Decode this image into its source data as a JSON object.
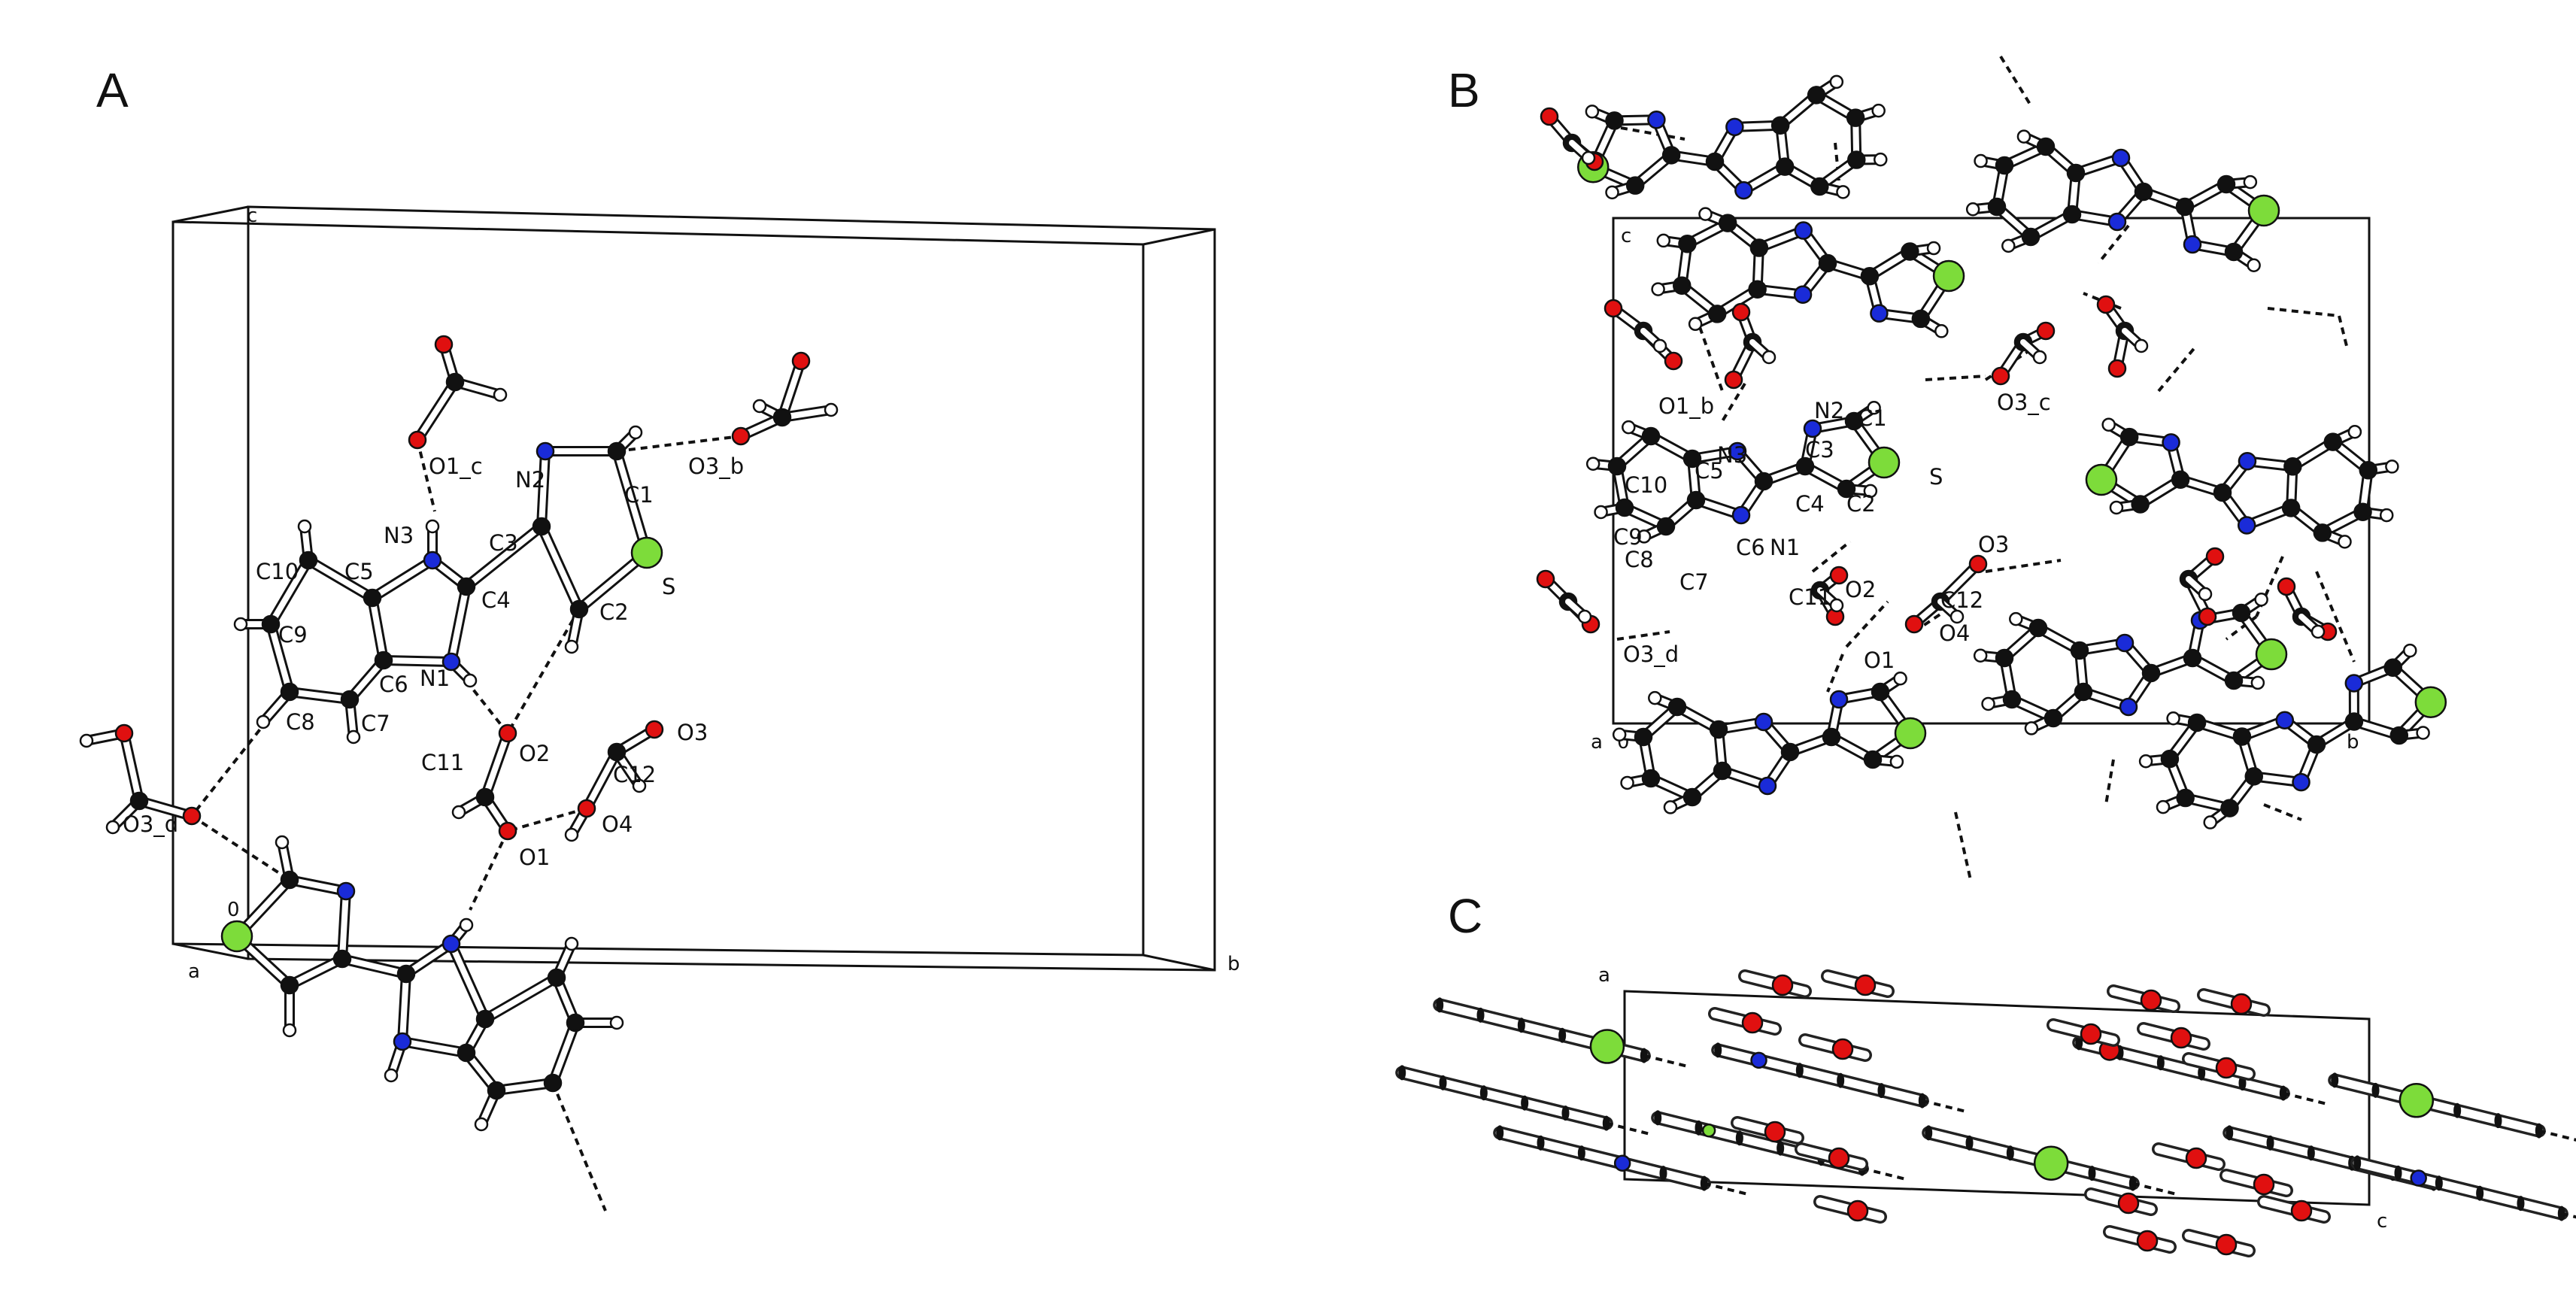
{
  "panels": {
    "A": {
      "letter": "A",
      "axis_labels": {
        "c": "c",
        "origin": "0",
        "a": "a",
        "b": "b"
      },
      "atom_labels": {
        "O1_c": "O1_c",
        "O3_b": "O3_b",
        "N2": "N2",
        "C1": "C1",
        "N3": "N3",
        "C3": "C3",
        "S": "S",
        "C10": "C10",
        "C5": "C5",
        "C4": "C4",
        "C2": "C2",
        "C9": "C9",
        "C6": "C6",
        "N1": "N1",
        "C8": "C8",
        "C7": "C7",
        "C11": "C11",
        "O2": "O2",
        "O3": "O3",
        "C12": "C12",
        "O3_d": "O3_d",
        "O4": "O4",
        "O1": "O1"
      }
    },
    "B": {
      "letter": "B",
      "axis_labels": {
        "c": "c",
        "a": "a",
        "origin": "0",
        "b": "b"
      },
      "atom_labels": {
        "O1_b": "O1_b",
        "N2": "N2",
        "C1": "C1",
        "O3_c": "O3_c",
        "N3": "N3",
        "C3": "C3",
        "C10": "C10",
        "C5": "C5",
        "C4": "C4",
        "S": "S",
        "C2": "C2",
        "C9": "C9",
        "C8": "C8",
        "C6": "C6",
        "N1": "N1",
        "O3": "O3",
        "C7": "C7",
        "C11": "C11",
        "O2": "O2",
        "C12": "C12",
        "O4": "O4",
        "O3_d": "O3_d",
        "O1": "O1"
      }
    },
    "C": {
      "letter": "C",
      "axis_labels": {
        "a": "a",
        "c": "c"
      }
    }
  },
  "colors": {
    "carbon": "#111111",
    "nitrogen": "#1a2bd8",
    "oxygen": "#e01010",
    "sulfur": "#7ddc3a",
    "hydrogen": "#ffffff"
  }
}
